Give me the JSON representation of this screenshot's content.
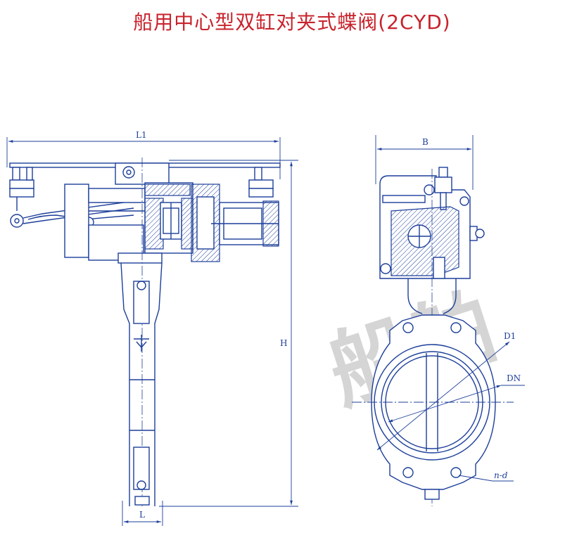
{
  "title": "船用中心型双缸对夹式蝶阀(2CYD)",
  "watermark": "船舶",
  "dimensions": {
    "l1": "L1",
    "l": "L",
    "h": "H",
    "b": "B",
    "d1": "D1",
    "dn": "DN",
    "nd": "n-d"
  },
  "colors": {
    "title": "#c8232c",
    "line": "#1d3f9a"
  }
}
